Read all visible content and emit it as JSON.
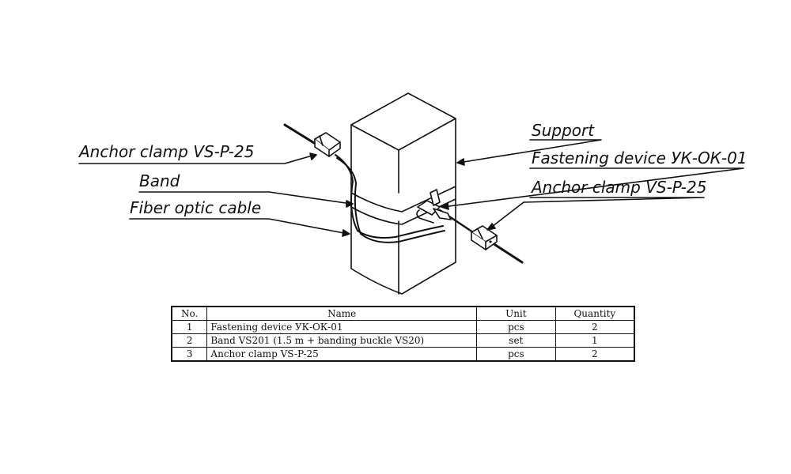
{
  "labels": {
    "anchor_clamp_left": "Anchor clamp VS-P-25",
    "band": "Band",
    "fiber_optic_cable": "Fiber optic cable",
    "support": "Support",
    "fastening_device": "Fastening device УК-ОК-01",
    "anchor_clamp_right": "Anchor clamp VS-P-25"
  },
  "table": {
    "headers": [
      "No.",
      "Name",
      "Unit",
      "Quantity"
    ],
    "rows": [
      {
        "no": "1",
        "name": "Fastening device УК-ОК-01",
        "unit": "pcs",
        "qty": "2"
      },
      {
        "no": "2",
        "name": "Band VS201 (1.5 m + banding buckle VS20)",
        "unit": "set",
        "qty": "1"
      },
      {
        "no": "3",
        "name": "Anchor clamp VS-P-25",
        "unit": "pcs",
        "qty": "2"
      }
    ]
  }
}
